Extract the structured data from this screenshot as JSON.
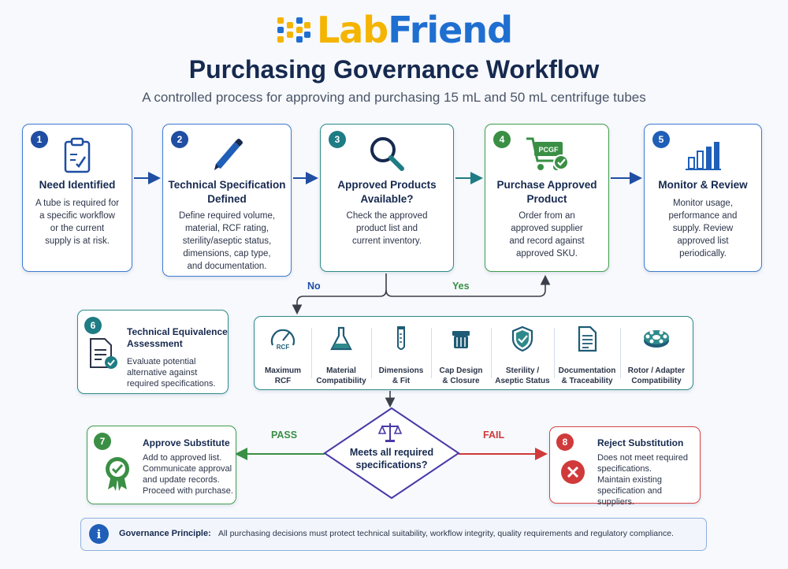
{
  "logo": {
    "text_part1": "Lab",
    "text_part2": "Friend"
  },
  "header": {
    "title": "Purchasing Governance Workflow",
    "subtitle": "A controlled process for approving and purchasing 15 mL and 50 mL centrifuge tubes"
  },
  "steps": [
    {
      "number": "1",
      "title": "Need Identified",
      "text": [
        "A tube is required for",
        "a specific workflow",
        "or the current",
        "supply is at risk."
      ],
      "icon": "clipboard-icon"
    },
    {
      "number": "2",
      "title": [
        "Technical Specification",
        "Defined"
      ],
      "text": [
        "Define required volume,",
        "material, RCF rating,",
        "sterility/aseptic status,",
        "dimensions, cap type,",
        "and documentation."
      ],
      "icon": "pencil-icon"
    },
    {
      "number": "3",
      "title": [
        "Approved Products",
        "Available?"
      ],
      "text": [
        "Check the approved",
        "product list and",
        "current inventory."
      ],
      "icon": "magnifier-icon"
    },
    {
      "number": "4",
      "title": [
        "Purchase Approved",
        "Product"
      ],
      "text": [
        "Order from an",
        "approved supplier",
        "and record against",
        "approved SKU."
      ],
      "icon": "cart-icon",
      "cart_label": "PCGF"
    },
    {
      "number": "5",
      "title": "Monitor & Review",
      "text": [
        "Monitor usage,",
        "performance and",
        "supply. Review",
        "approved list",
        "periodically."
      ],
      "icon": "bar-chart-icon"
    }
  ],
  "branches": {
    "no": "No",
    "yes": "Yes",
    "pass": "PASS",
    "fail": "FAIL"
  },
  "equivalence": {
    "number": "6",
    "title": [
      "Technical Equivalence",
      "Assessment"
    ],
    "text": [
      "Evaluate potential",
      "alternative against",
      "required specifications."
    ],
    "criteria": [
      {
        "label": [
          "Maximum",
          "RCF"
        ],
        "icon": "gauge-icon",
        "gauge_text": "RCF"
      },
      {
        "label": [
          "Material",
          "Compatibility"
        ],
        "icon": "flask-icon"
      },
      {
        "label": [
          "Dimensions",
          "& Fit"
        ],
        "icon": "test-tube-icon"
      },
      {
        "label": [
          "Cap Design",
          "& Closure"
        ],
        "icon": "cap-icon"
      },
      {
        "label": [
          "Sterility /",
          "Aseptic Status"
        ],
        "icon": "shield-check-icon"
      },
      {
        "label": [
          "Documentation",
          "& Traceability"
        ],
        "icon": "document-icon"
      },
      {
        "label": [
          "Rotor / Adapter",
          "Compatibility"
        ],
        "icon": "rotor-icon"
      }
    ]
  },
  "decision": {
    "text": [
      "Meets all required",
      "specifications?"
    ],
    "icon": "scales-icon"
  },
  "approve": {
    "number": "7",
    "title": "Approve Substitute",
    "text": [
      "Add to approved list.",
      "Communicate approval",
      "and update records.",
      "Proceed with purchase."
    ],
    "icon": "award-icon"
  },
  "reject": {
    "number": "8",
    "title": "Reject Substitution",
    "text": [
      "Does not meet required",
      "specifications.",
      "Maintain existing",
      "specification and suppliers."
    ],
    "icon": "x-circle-icon"
  },
  "footer": {
    "icon_text": "i",
    "label": "Governance Principle:",
    "text": "All purchasing decisions must protect technical suitability, workflow integrity, quality requirements and regulatory compliance."
  },
  "colors": {
    "navy": "#16294f",
    "blue": "#1f6fd1",
    "yellow": "#f4b400",
    "green": "#3a8f45",
    "teal": "#1e7c84",
    "red": "#d03a3a"
  }
}
